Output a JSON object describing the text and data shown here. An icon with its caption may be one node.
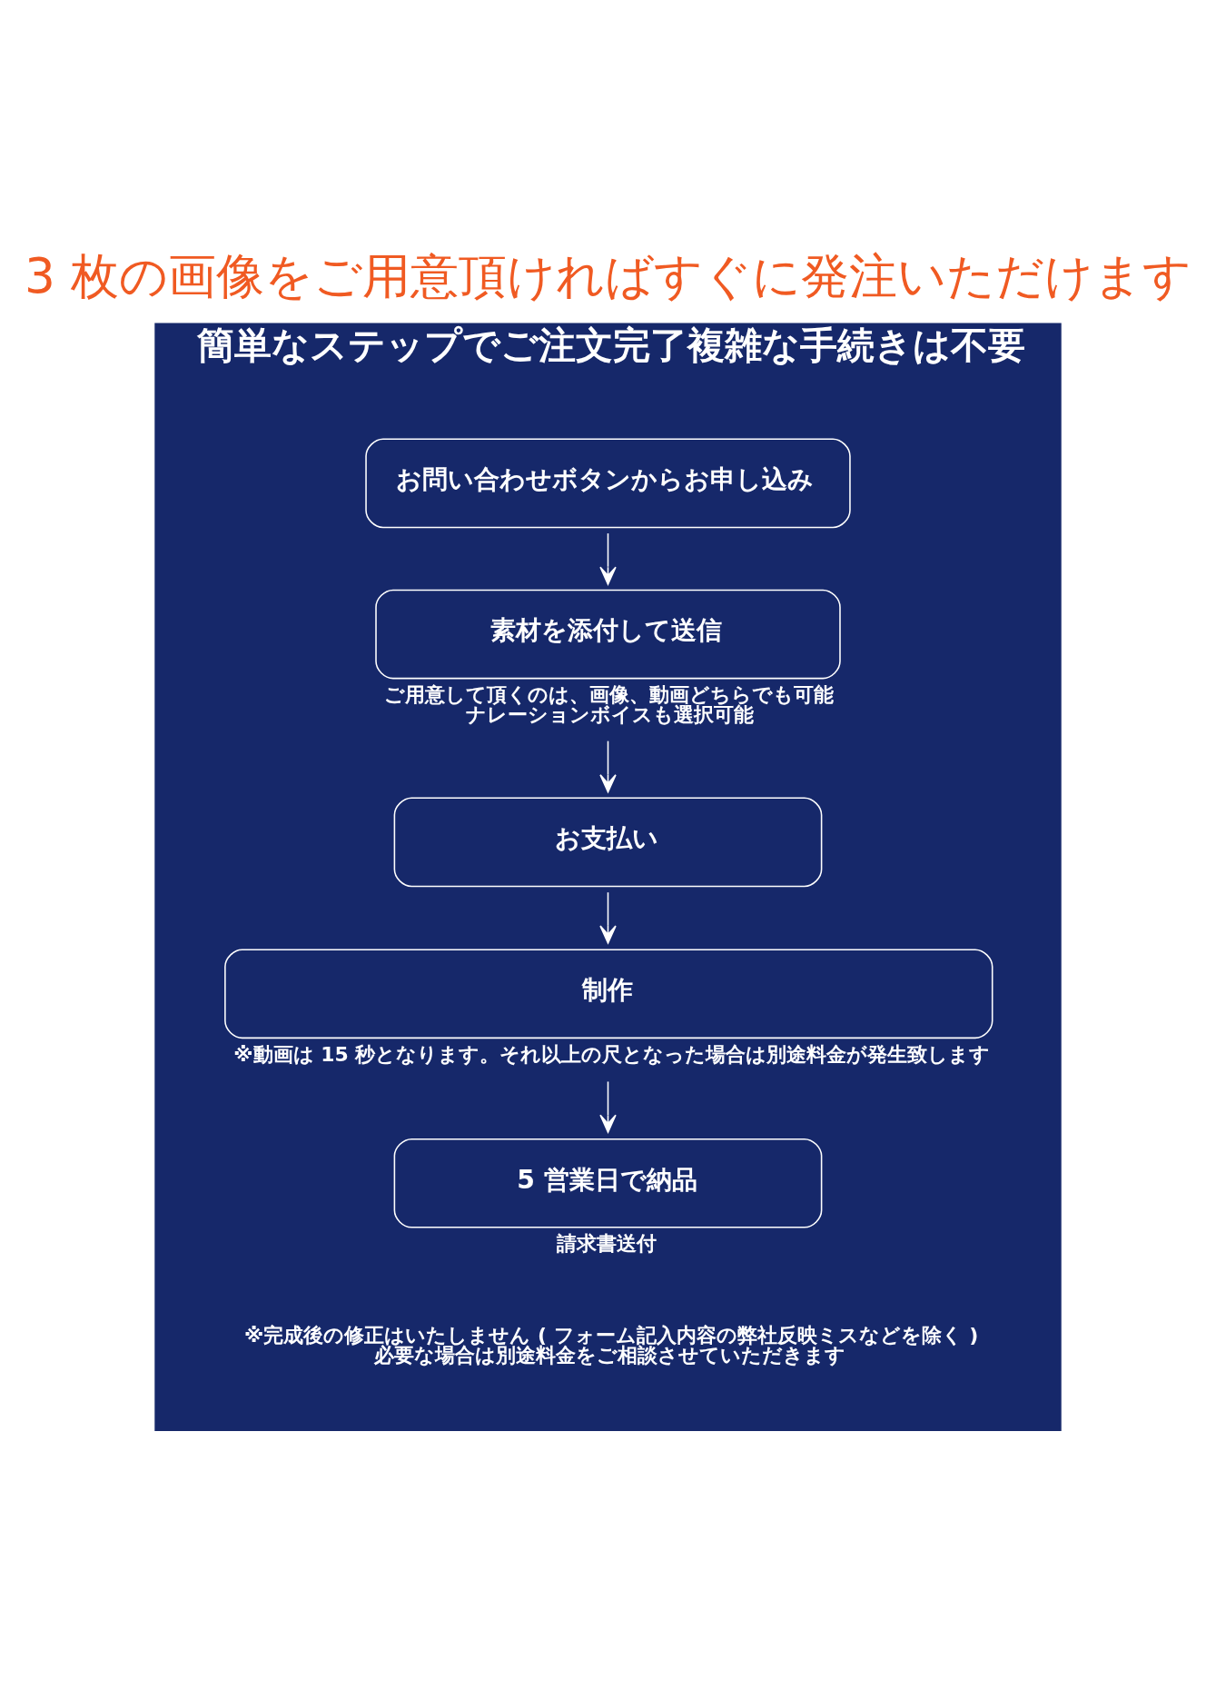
{
  "diagram": {
    "title": "3 枚の画像をご用意頂ければすぐに発注いただけます",
    "nodes": [
      {
        "text": [
          "簡単なステップでご注文完了複雑な手続きは不要"
        ]
      },
      {
        "text": [
          "お問い合わせボタンからお申し込み"
        ],
        "in": 0
      },
      {
        "text": [
          "素材を添付して送信"
        ],
        "in": 0,
        "beside": [
          "ご用意して頂くのは、画像、動画どちらでも可能",
          "ナレーションボイスも選択可能"
        ]
      },
      {
        "text": [
          "お支払い"
        ],
        "in": 0
      },
      {
        "text": [
          "制作"
        ],
        "in": 0,
        "beside": [
          "※動画は 15 秒となります。それ以上の尺となった場合は別途料金が発生致します"
        ]
      },
      {
        "text": [
          "5 営業日で納品"
        ],
        "in": 0,
        "beside": [
          "請求書送付"
        ]
      }
    ],
    "edges": [
      {
        "from": 1,
        "to": 2,
        "arrow": "to"
      },
      {
        "from": 2,
        "to": 3,
        "arrow": "to"
      },
      {
        "from": 3,
        "to": 4,
        "arrow": "to"
      },
      {
        "from": 4,
        "to": 5,
        "arrow": "to"
      }
    ],
    "labels": [
      "※完成後の修正はいたしません ( フォーム記入内容の弊社反映ミスなどを除く )",
      "必要な場合は別途料金をご相談させていただきます"
    ]
  }
}
